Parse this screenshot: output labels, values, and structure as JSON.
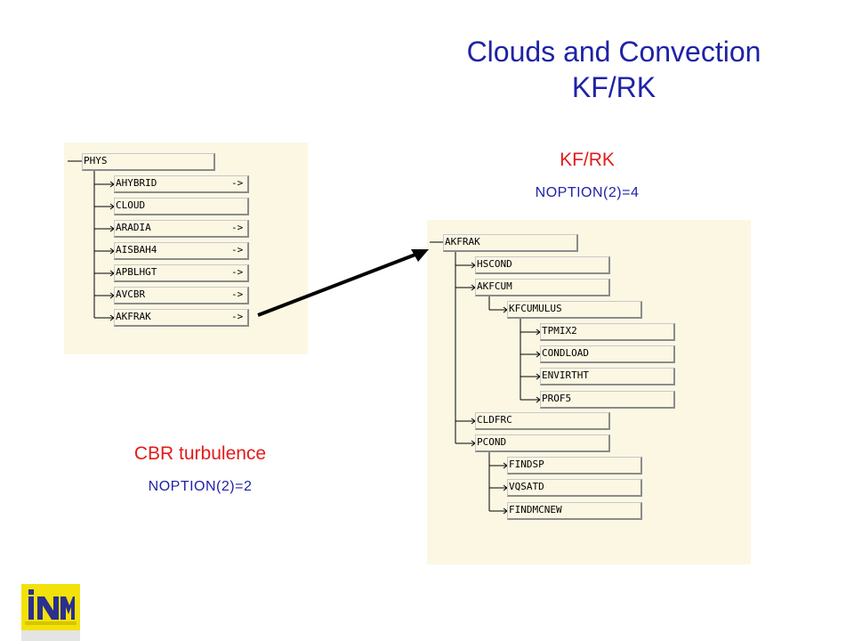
{
  "title": {
    "line1": "Clouds and Convection",
    "line2": "KF/RK"
  },
  "kf_label": "KF/RK",
  "kf_option": "NOPTION(2)=4",
  "cbr_label": "CBR turbulence",
  "cbr_option": "NOPTION(2)=2",
  "colors": {
    "title": "#1f22a6",
    "red_label": "#e31b1b",
    "panel": "#fbf7e3",
    "logo": "#f3e10a"
  },
  "phys_tree": {
    "root": "PHYS",
    "children": [
      {
        "label": "AHYBRID",
        "suffix": "->"
      },
      {
        "label": "CLOUD",
        "suffix": ""
      },
      {
        "label": "ARADIA",
        "suffix": "->"
      },
      {
        "label": "AISBAH4",
        "suffix": "->"
      },
      {
        "label": "APBLHGT",
        "suffix": "->"
      },
      {
        "label": "AVCBR",
        "suffix": "->"
      },
      {
        "label": "AKFRAK",
        "suffix": "->"
      }
    ]
  },
  "akfrak_tree": {
    "root": "AKFRAK",
    "nodes": [
      "HSCOND",
      "AKFCUM",
      "KFCUMULUS",
      "TPMIX2",
      "CONDLOAD",
      "ENVIRTHT",
      "PROF5",
      "CLDFRC",
      "PCOND",
      "FINDSP",
      "VQSATD",
      "FINDMCNEW"
    ]
  },
  "logo_icon": "inm-logo-icon"
}
